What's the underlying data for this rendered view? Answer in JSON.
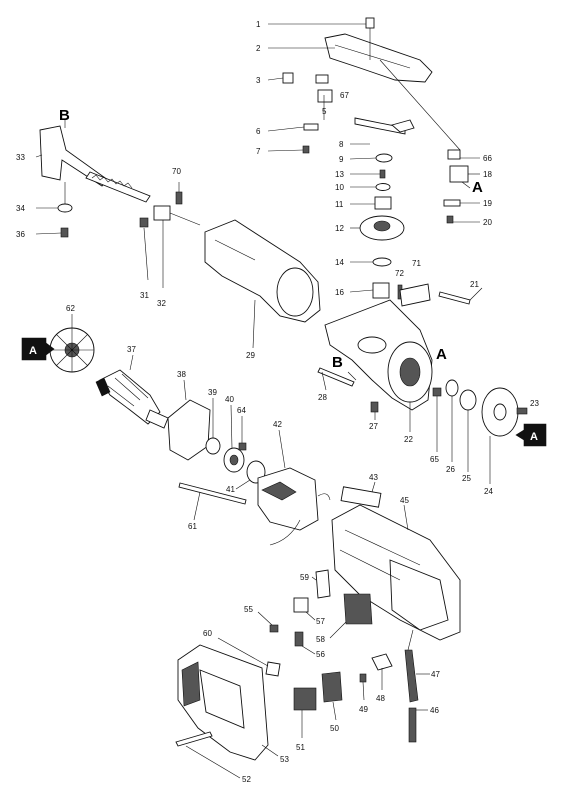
{
  "callouts": {
    "p1": "1",
    "p2": "2",
    "p3": "3",
    "p5": "5",
    "p6": "6",
    "p7": "7",
    "p8": "8",
    "p9": "9",
    "p10": "10",
    "p11": "11",
    "p12": "12",
    "p13": "13",
    "p14": "14",
    "p16": "16",
    "p18": "18",
    "p19": "19",
    "p20": "20",
    "p21": "21",
    "p22": "22",
    "p23": "23",
    "p24": "24",
    "p25": "25",
    "p26": "26",
    "p27": "27",
    "p28": "28",
    "p29": "29",
    "p31": "31",
    "p32": "32",
    "p33": "33",
    "p34": "34",
    "p36": "36",
    "p37": "37",
    "p38": "38",
    "p39": "39",
    "p40": "40",
    "p41": "41",
    "p42": "42",
    "p43": "43",
    "p45": "45",
    "p46": "46",
    "p47": "47",
    "p48": "48",
    "p49": "49",
    "p50": "50",
    "p51": "51",
    "p52": "52",
    "p53": "53",
    "p55": "55",
    "p56": "56",
    "p57": "57",
    "p58": "58",
    "p59": "59",
    "p60": "60",
    "p61": "61",
    "p62": "62",
    "p64": "64",
    "p65": "65",
    "p66": "66",
    "p67": "67",
    "p70": "70",
    "p71": "71",
    "p72": "72"
  },
  "refs": {
    "a_right": "A",
    "a_center": "A",
    "a_tag_left": "A",
    "a_tag_right": "A",
    "b_top": "B",
    "b_center": "B"
  }
}
